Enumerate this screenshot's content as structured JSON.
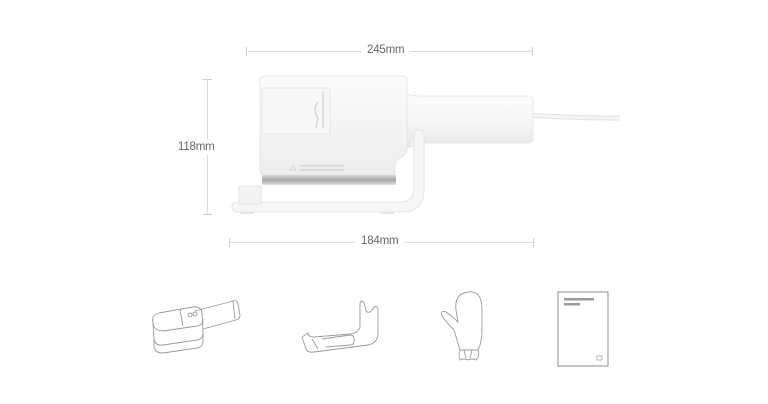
{
  "diagram": {
    "subject": "handheld garment steamer",
    "dimensions": {
      "total_length": "245mm",
      "height": "118mm",
      "base_length": "184mm"
    },
    "colors": {
      "background": "#ffffff",
      "product_body": "#f5f5f5",
      "dimension_line": "#dcdcdc",
      "dimension_text": "#666666",
      "line_art": "#9a9a9a"
    }
  },
  "accessories": [
    {
      "name": "garment steamer",
      "icon": "steamer-icon"
    },
    {
      "name": "steamer stand",
      "icon": "stand-icon"
    },
    {
      "name": "heat-resistant mitt",
      "icon": "mitt-icon"
    },
    {
      "name": "user manual",
      "icon": "manual-icon"
    }
  ]
}
